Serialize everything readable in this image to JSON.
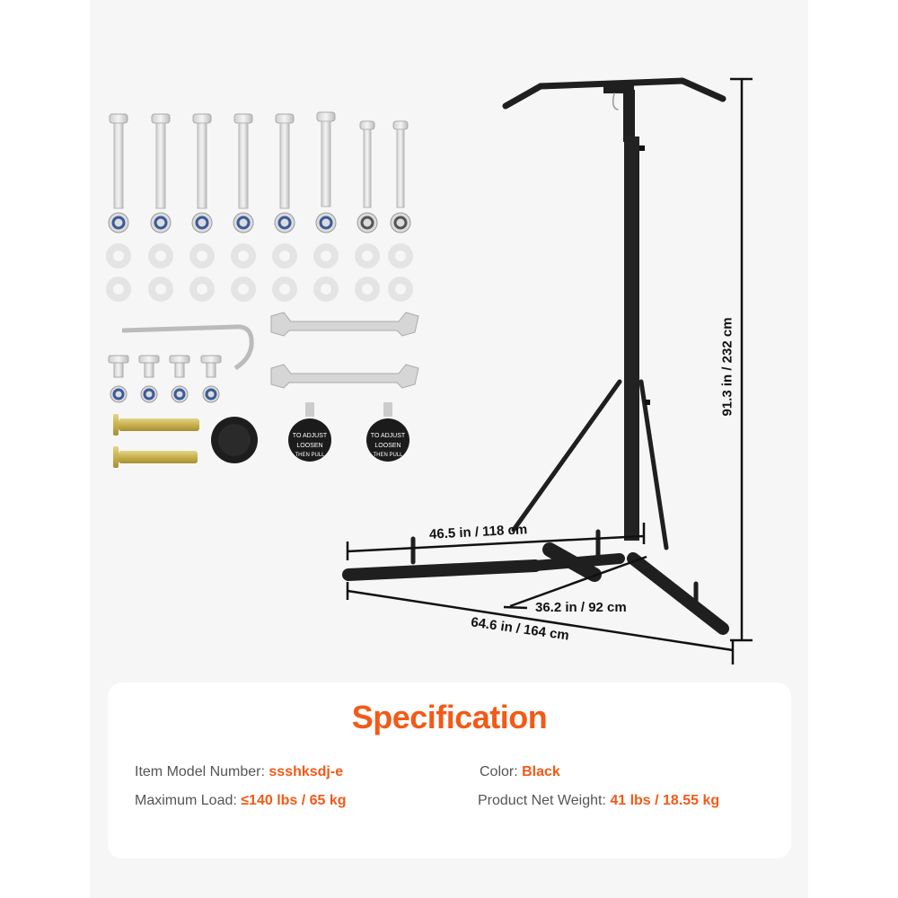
{
  "product_image": {
    "description": "Free-standing punching bag stand with pull-up bar and included hardware kit",
    "hardware": {
      "long_bolts": 8,
      "lock_nuts": 8,
      "washers": 16,
      "hook": 1,
      "wrenches": 2,
      "short_bolts": 4,
      "short_lock_nuts": 4,
      "expansion_bolts": 2,
      "star_knob": 1,
      "pull_pins": 2,
      "pull_pin_label": {
        "line1": "TO ADJUST",
        "line2": "LOOSEN",
        "line3": "THEN PULL"
      }
    },
    "dimensions": {
      "height": "91.3 in / 232 cm",
      "width": "46.5 in / 118 cm",
      "depth": "36.2 in / 92 cm",
      "diagonal": "64.6 in / 164 cm"
    }
  },
  "specification": {
    "title": "Specification",
    "items": [
      {
        "label": "Item Model Number: ",
        "value": "ssshksdj-e"
      },
      {
        "label": "Color: ",
        "value": "Black"
      },
      {
        "label": "Maximum Load: ",
        "value": "≤140 lbs / 65 kg"
      },
      {
        "label": "Product Net Weight: ",
        "value": "41 lbs / 18.55 kg"
      }
    ]
  },
  "colors": {
    "accent": "#f25a18",
    "panel": "#f6f6f6",
    "card": "#ffffff",
    "frame": "#1f1f1f"
  }
}
